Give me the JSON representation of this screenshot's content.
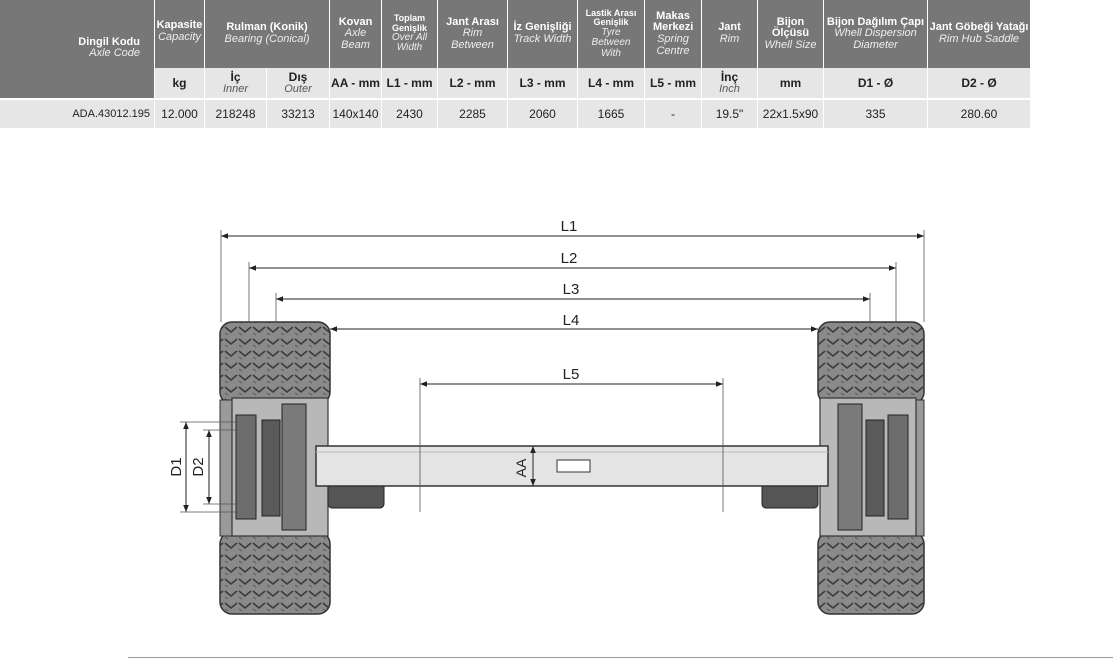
{
  "table": {
    "headers": [
      {
        "tr": "Dingil Kodu",
        "en": "Axle Code"
      },
      {
        "tr": "Kapasite",
        "en": "Capacity"
      },
      {
        "tr": "Rulman (Konik)",
        "en": "Bearing (Conical)"
      },
      {
        "tr": "Kovan",
        "en": "Axle Beam"
      },
      {
        "tr": "Toplam Genişlik",
        "en": "Over All Width"
      },
      {
        "tr": "Jant Arası",
        "en": "Rim Between"
      },
      {
        "tr": "İz Genişliği",
        "en": "Track Width"
      },
      {
        "tr": "Lastik Arası Genişlik",
        "en": "Tyre Between With"
      },
      {
        "tr": "Makas Merkezi",
        "en": "Spring Centre"
      },
      {
        "tr": "Jant",
        "en": "Rim"
      },
      {
        "tr": "Bijon Ölçüsü",
        "en": "Whell Size"
      },
      {
        "tr": "Bijon Dağılım Çapı",
        "en": "Whell Dispersion Diameter"
      },
      {
        "tr": "Jant Göbeği Yatağı",
        "en": "Rim Hub Saddle"
      }
    ],
    "units": [
      {
        "tr": "kg",
        "en": ""
      },
      {
        "tr": "İç",
        "en": "Inner"
      },
      {
        "tr": "Dış",
        "en": "Outer"
      },
      {
        "tr": "AA - mm",
        "en": ""
      },
      {
        "tr": "L1 - mm",
        "en": ""
      },
      {
        "tr": "L2 - mm",
        "en": ""
      },
      {
        "tr": "L3 - mm",
        "en": ""
      },
      {
        "tr": "L4 - mm",
        "en": ""
      },
      {
        "tr": "L5 - mm",
        "en": ""
      },
      {
        "tr": "İnç",
        "en": "Inch"
      },
      {
        "tr": "mm",
        "en": ""
      },
      {
        "tr": "D1 - Ø",
        "en": ""
      },
      {
        "tr": "D2 - Ø",
        "en": ""
      }
    ],
    "row": [
      "ADA.43012.195",
      "12.000",
      "218248",
      "33213",
      "140x140",
      "2430",
      "2285",
      "2060",
      "1665",
      "-",
      "19.5\"",
      "22x1.5x90",
      "335",
      "280.60"
    ]
  },
  "diagram": {
    "labels": {
      "l1": "L1",
      "l2": "L2",
      "l3": "L3",
      "l4": "L4",
      "l5": "L5",
      "d1": "D1",
      "d2": "D2",
      "aa": "AA"
    }
  }
}
